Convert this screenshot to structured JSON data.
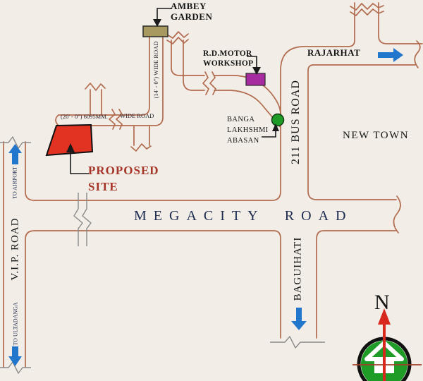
{
  "landmarks": {
    "ambey_garden": {
      "line1": "AMBEY",
      "line2": "GARDEN"
    },
    "rd_motor_workshop": {
      "line1": "R.D.MOTOR",
      "line2": "WORKSHOP"
    },
    "banga_lakhshmi_abasan": {
      "line1": "BANGA",
      "line2": "LAKHSHMI",
      "line3": "ABASAN"
    },
    "proposed_site": {
      "line1": "PROPOSED",
      "line2": "SITE"
    },
    "new_town": "NEW TOWN"
  },
  "roads": {
    "megacity": "MEGACITY ROAD",
    "bus_road_211": "211 BUS ROAD",
    "vip_road": "V.I.P. ROAD",
    "wide_road_14": "(14' - 0\") WIDE ROAD",
    "wide_road_20_dim": "(20' - 0\") 6095MM.",
    "wide_road_20": "WIDE ROAD",
    "baguihati": "BAGUIHATI",
    "rajarhat": "RAJARHAT"
  },
  "directions": {
    "to_airport": "TO AIRPORT",
    "to_ultadanga": "TO ULTADANGA",
    "north": "N"
  },
  "colors": {
    "background": "#f2eee7",
    "road": "#b26b4e",
    "gray": "#8a8a8a",
    "site": "#e23222",
    "workshop": "#a62ba0",
    "garden": "#a89a5e",
    "tree": "#1f9b28",
    "arrow_blue": "#2277cc",
    "text_navy": "#1d2b50",
    "text_maroon": "#a63428",
    "compass_red": "#d8281e",
    "compass_green": "#1f9b28"
  }
}
